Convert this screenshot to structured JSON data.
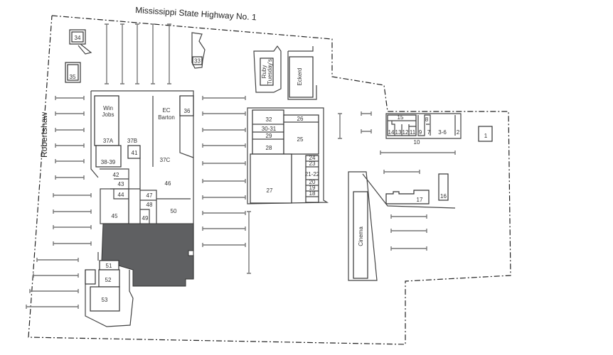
{
  "roads": {
    "highway": "Mississippi State Highway No. 1",
    "side": "Robertshaw"
  },
  "colors": {
    "anchor_fill": "#5f6062",
    "line": "#333333"
  },
  "units": {
    "u1": "1",
    "u2": "2",
    "u3_6": "3-6",
    "u7": "7",
    "u8": "8",
    "u9": "9",
    "u10": "10",
    "u11": "11",
    "u12": "12",
    "u13": "13",
    "u14": "14",
    "u15": "15",
    "u16": "16",
    "u17": "17",
    "u18": "18",
    "u19": "19",
    "u20": "20",
    "u21_22": "21-22",
    "u23": "23",
    "u24": "24",
    "u25": "25",
    "u26": "26",
    "u27": "27",
    "u28": "28",
    "u29": "29",
    "u30_31": "30-31",
    "u32": "32",
    "u33": "33",
    "u34": "34",
    "u35": "35",
    "u36": "36",
    "u37a": "37A",
    "u37b": "37B",
    "u37c": "37C",
    "u38_39": "38-39",
    "u41": "41",
    "u42": "42",
    "u43": "43",
    "u44": "44",
    "u45": "45",
    "u46": "46",
    "u47": "47",
    "u48": "48",
    "u49": "49",
    "u50": "50",
    "u51": "51",
    "u52": "52",
    "u53": "53"
  },
  "tenants": {
    "win_jobs_1": "Win",
    "win_jobs_2": "Jobs",
    "ec_barton_1": "EC",
    "ec_barton_2": "Barton",
    "ruby_1": "Ruby",
    "ruby_2": "Tuesday's",
    "eckerd": "Eckerd",
    "cinema": "Cinema"
  }
}
